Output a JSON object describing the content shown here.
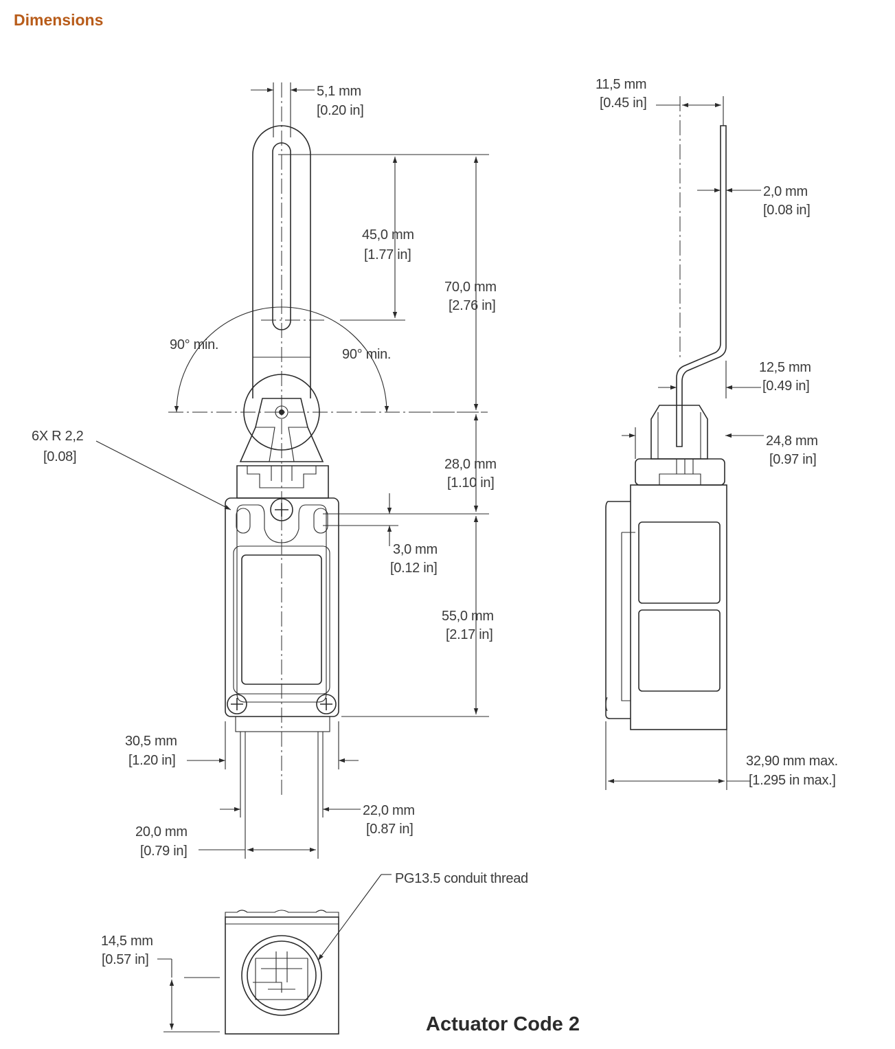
{
  "heading": "Dimensions",
  "caption": "Actuator Code 2",
  "dims": {
    "d1": {
      "mm": "5,1 mm",
      "in": "[0.20 in]"
    },
    "d2": {
      "mm": "45,0 mm",
      "in": "[1.77 in]"
    },
    "d3": {
      "mm": "70,0 mm",
      "in": "[2.76 in]"
    },
    "d4": {
      "mm": "28,0 mm",
      "in": "[1.10 in]"
    },
    "d5": {
      "mm": "3,0 mm",
      "in": "[0.12 in]"
    },
    "d6": {
      "mm": "55,0 mm",
      "in": "[2.17 in]"
    },
    "d7": {
      "mm": "30,5 mm",
      "in": "[1.20 in]"
    },
    "d8": {
      "mm": "22,0 mm",
      "in": "[0.87 in]"
    },
    "d9": {
      "mm": "20,0 mm",
      "in": "[0.79 in]"
    },
    "d10": {
      "mm": "11,5 mm",
      "in": "[0.45 in]"
    },
    "d11": {
      "mm": "2,0 mm",
      "in": "[0.08 in]"
    },
    "d12": {
      "mm": "12,5 mm",
      "in": "[0.49 in]"
    },
    "d13": {
      "mm": "24,8 mm",
      "in": "[0.97 in]"
    },
    "d14": {
      "mm": "32,90 mm max.",
      "in": "[1.295 in max.]"
    },
    "d15": {
      "mm": "14,5 mm",
      "in": "[0.57 in]"
    },
    "radius": {
      "line1": "6X R 2,2",
      "line2": "[0.08]"
    }
  },
  "angles": {
    "left": "90° min.",
    "right": "90° min."
  },
  "conduit": "PG13.5 conduit thread"
}
